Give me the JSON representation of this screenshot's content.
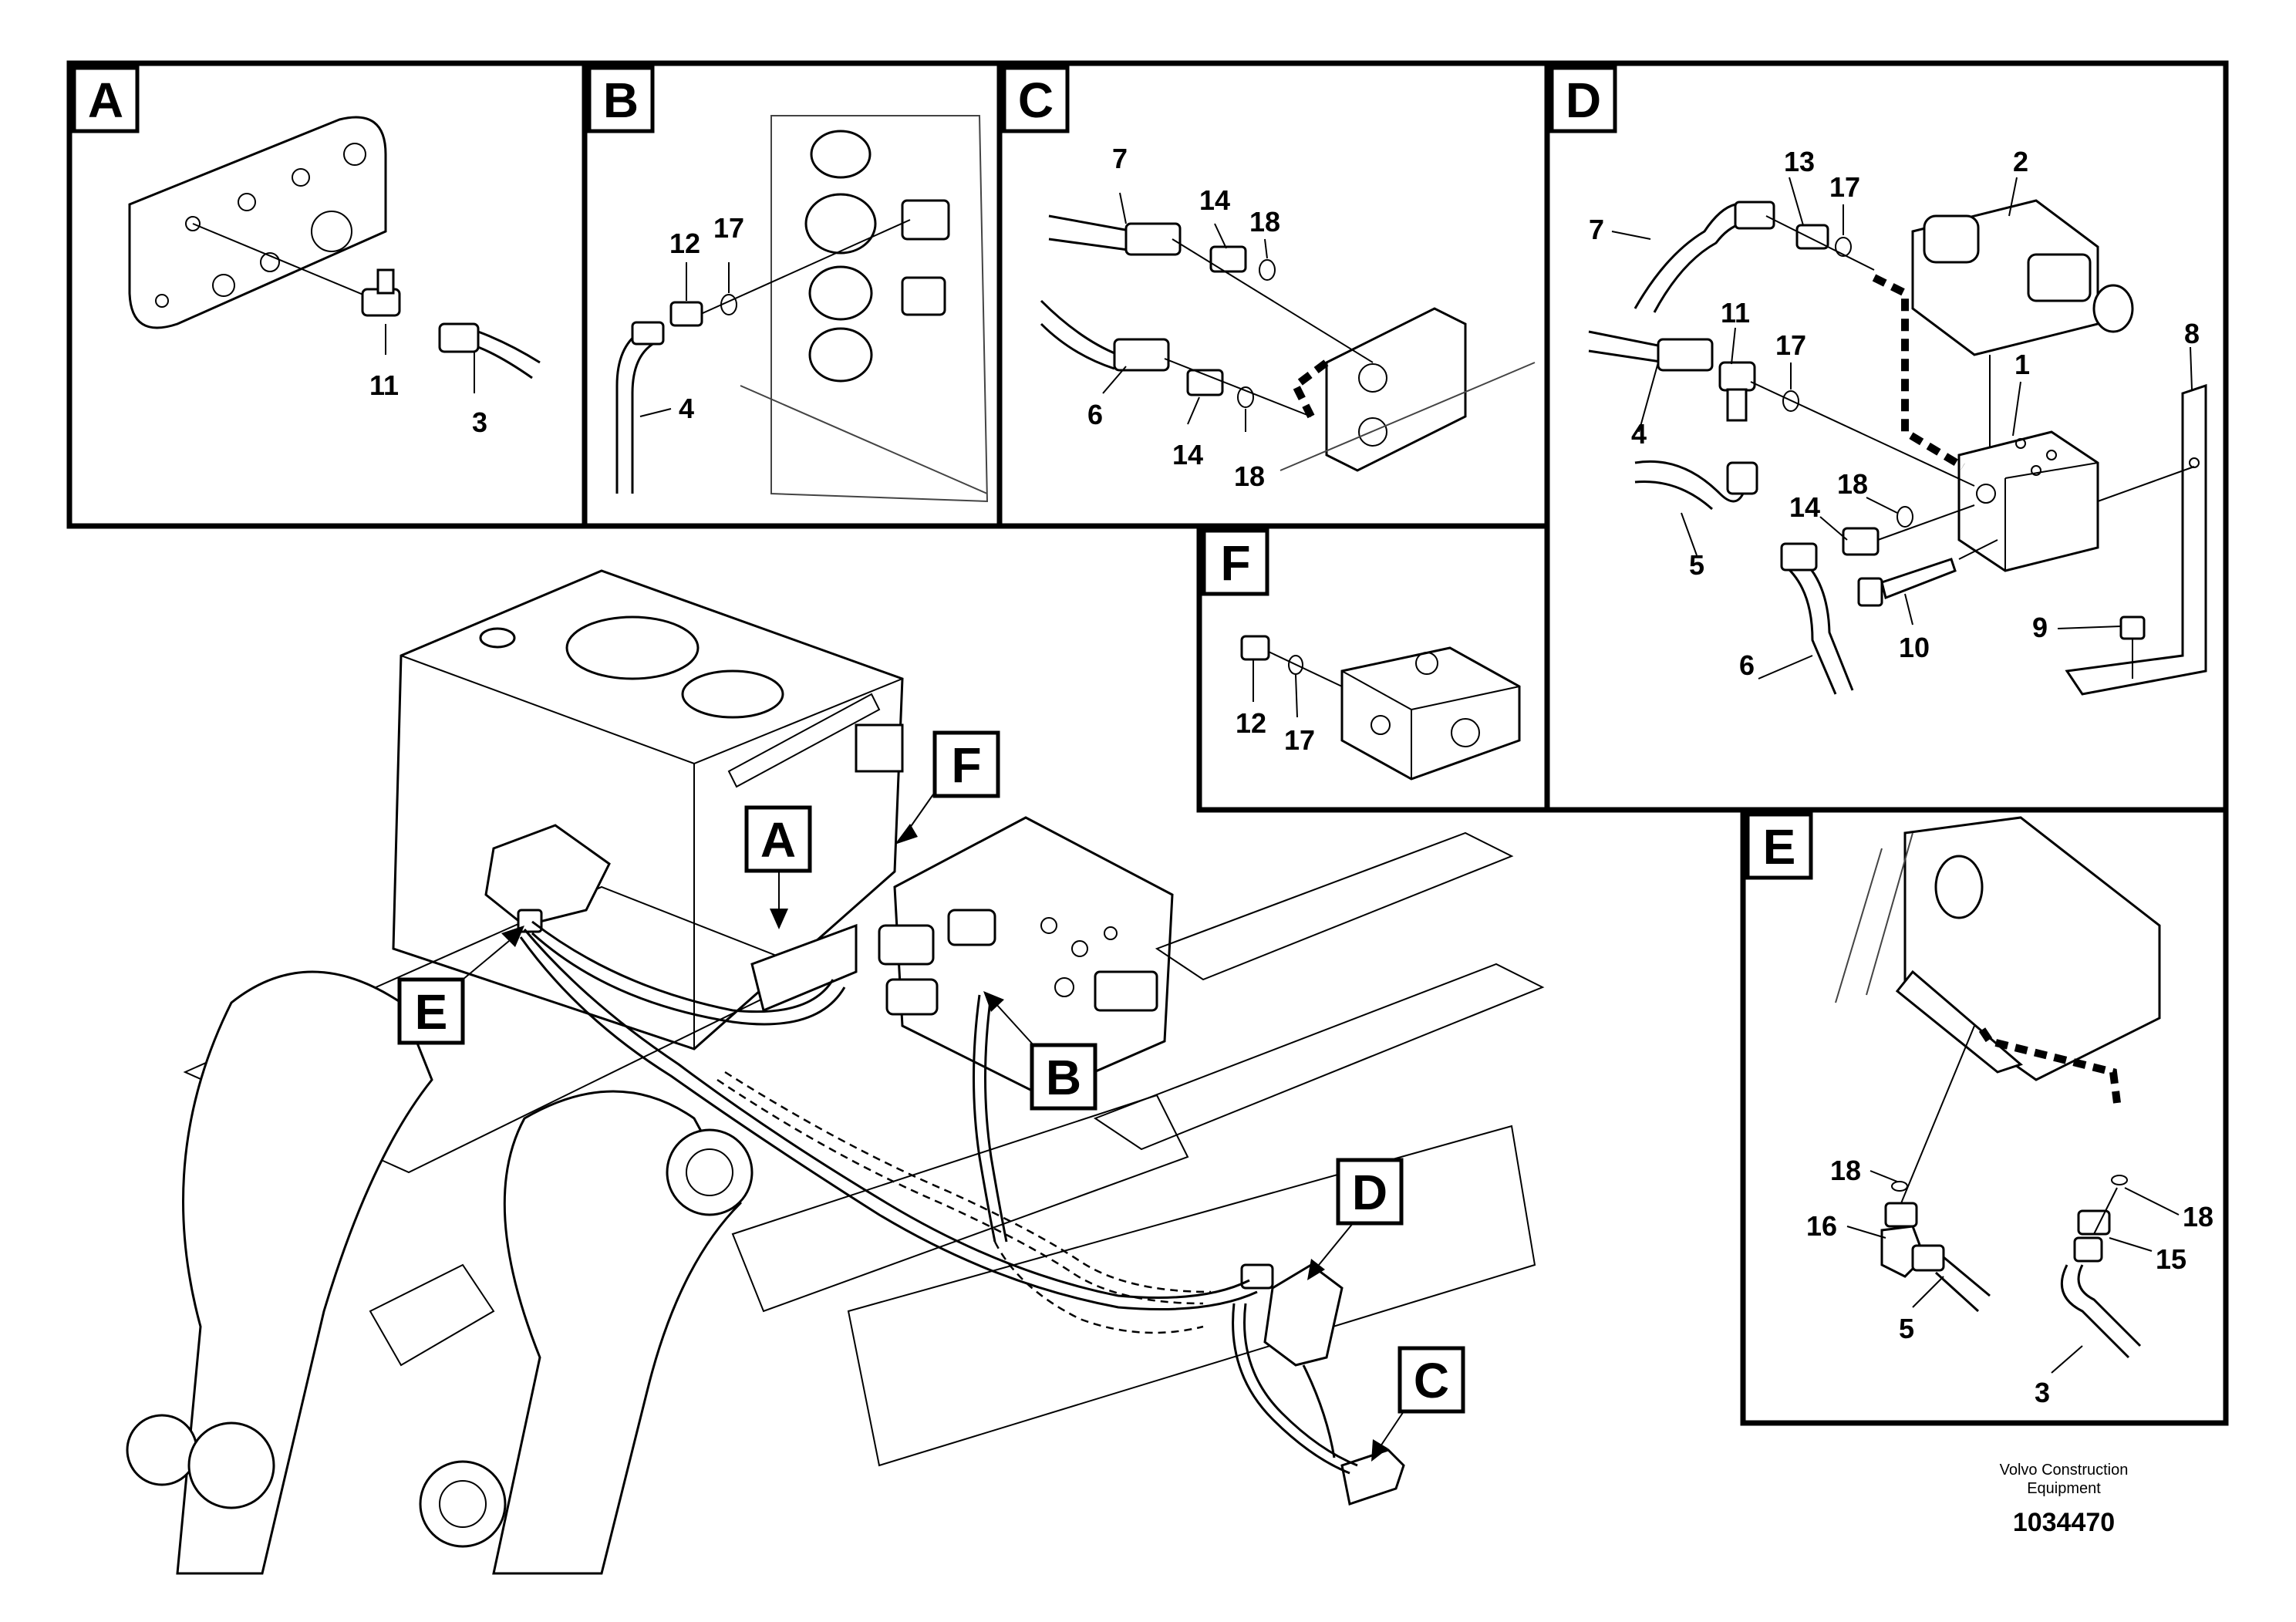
{
  "panels": {
    "A": {
      "tag": "A",
      "labels": [
        "11",
        "3"
      ]
    },
    "B": {
      "tag": "B",
      "labels": [
        "12",
        "17",
        "4"
      ]
    },
    "C": {
      "tag": "C",
      "labels": [
        "7",
        "14",
        "18",
        "6",
        "14",
        "18"
      ]
    },
    "D": {
      "tag": "D",
      "labels": [
        "13",
        "17",
        "2",
        "7",
        "11",
        "17",
        "8",
        "1",
        "4",
        "18",
        "14",
        "5",
        "9",
        "6",
        "10"
      ]
    },
    "E": {
      "tag": "E",
      "labels": [
        "18",
        "16",
        "18",
        "15",
        "5",
        "3"
      ]
    },
    "F": {
      "tag": "F",
      "labels": [
        "12",
        "17"
      ]
    }
  },
  "main_callouts": [
    "F",
    "A",
    "E",
    "B",
    "D",
    "C"
  ],
  "footer": {
    "manufacturer": "Volvo Construction",
    "manufacturer_line2": "Equipment",
    "drawing_number": "1034470"
  }
}
